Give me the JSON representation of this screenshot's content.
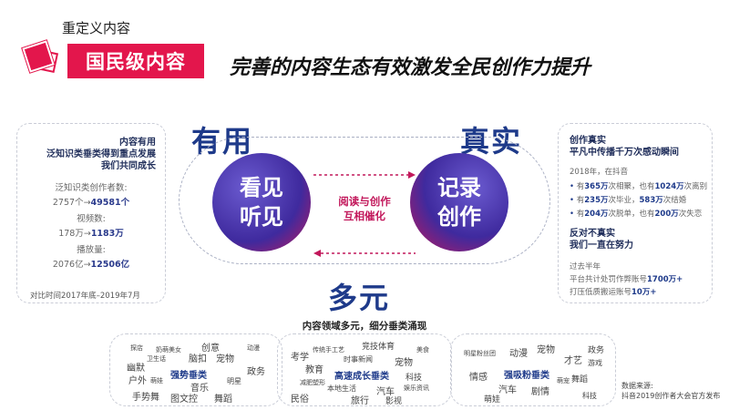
{
  "header": {
    "top_label": "重定义内容",
    "banner": "国民级内容",
    "title": "完善的内容生态有效激发全民创作力提升"
  },
  "left_box": {
    "head_lines": [
      "内容有用",
      "泛知识类垂类得到重点发展",
      "我们共同成长"
    ],
    "creators_label": "泛知识类创作者数:",
    "creators_from": "2757个→",
    "creators_to": "49581个",
    "videos_label": "视频数:",
    "videos_from": "178万→",
    "videos_to": "1183万",
    "plays_label": "播放量:",
    "plays_from": "2076亿→",
    "plays_to": "12506亿",
    "footnote": "对比时间2017年底–2019年7月"
  },
  "center": {
    "word_useful": "有用",
    "word_real": "真实",
    "word_diverse": "多元",
    "left_circle_line1": "看见",
    "left_circle_line2": "听见",
    "right_circle_line1": "记录",
    "right_circle_line2": "创作",
    "mid_line1": "阅读与创作",
    "mid_line2": "互相催化",
    "caption": "内容领域多元，细分垂类涌现"
  },
  "right_box": {
    "head1_line1": "创作真实",
    "head1_line2": "平凡中传播千万次感动瞬间",
    "year_line": "2018年，在抖音",
    "b1_a": "有",
    "b1_v1": "365万",
    "b1_b": "次相聚，也有",
    "b1_v2": "1024万",
    "b1_c": "次离别",
    "b2_a": "有",
    "b2_v1": "235万",
    "b2_b": "次毕业，",
    "b2_v2": "583万",
    "b2_c": "次结婚",
    "b3_a": "有",
    "b3_v1": "204万",
    "b3_b": "次脱单，也有",
    "b3_v2": "200万",
    "b3_c": "次失恋",
    "head2_line1": "反对不真实",
    "head2_line2": "我们一直在努力",
    "half_year": "过去半年",
    "penalty_a": "平台共计处罚作弊账号",
    "penalty_v": "1700万+",
    "crack_a": "打压低质搬运账号",
    "crack_v": "10万+"
  },
  "clouds": {
    "c1_highlight": "强势垂类",
    "c1_tags": [
      "探店",
      "奶萌美女",
      "创意",
      "动漫",
      "卫生话",
      "脑扣",
      "宠物",
      "幽默",
      "户外",
      "政务",
      "萌娃",
      "音乐",
      "明星",
      "手势舞",
      "图文控",
      "舞蹈"
    ],
    "c2_highlight": "高速成长垂类",
    "c2_tags": [
      "竞技体育",
      "传统手工艺",
      "考学",
      "美食",
      "时事新闻",
      "宠物",
      "教育",
      "减肥塑形",
      "科技",
      "本地生活",
      "民俗",
      "旅行",
      "汽车",
      "影视",
      "娱乐资讯"
    ],
    "c3_highlight": "强吸粉垂类",
    "c3_tags": [
      "明星粉丝团",
      "动漫",
      "宠物",
      "政务",
      "才艺",
      "游戏",
      "情感",
      "汽车",
      "剧情",
      "舞蹈",
      "科技",
      "萌娃",
      "萌宠"
    ]
  },
  "source": {
    "line1": "数据来源:",
    "line2": "抖音2019创作者大会官方发布"
  }
}
